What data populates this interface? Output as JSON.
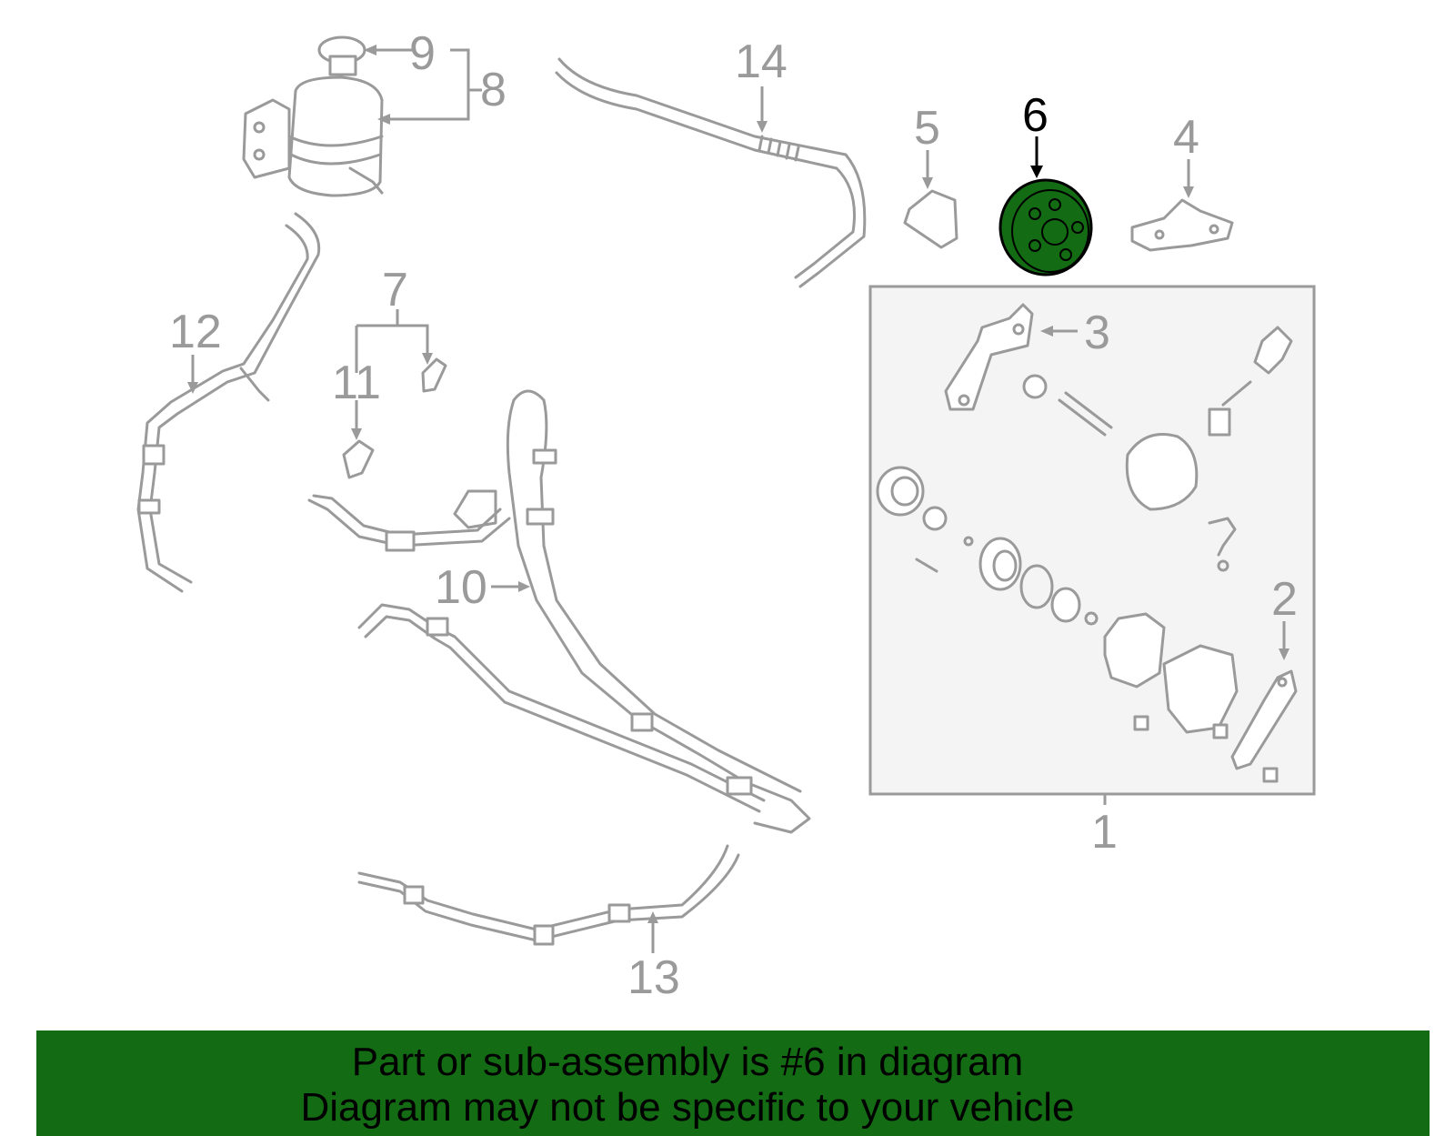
{
  "callouts": {
    "c1": "1",
    "c2": "2",
    "c3": "3",
    "c4": "4",
    "c5": "5",
    "c6": "6",
    "c7": "7",
    "c8": "8",
    "c9": "9",
    "c10": "10",
    "c11": "11",
    "c12": "12",
    "c13": "13",
    "c14": "14"
  },
  "highlighted_part": "6",
  "colors": {
    "highlight": "#136c13",
    "parts": "#9a9a9a",
    "banner": "#136c13"
  },
  "banner": {
    "line1": "Part or sub-assembly is #6 in diagram",
    "line2": "Diagram may not be specific to your vehicle"
  }
}
